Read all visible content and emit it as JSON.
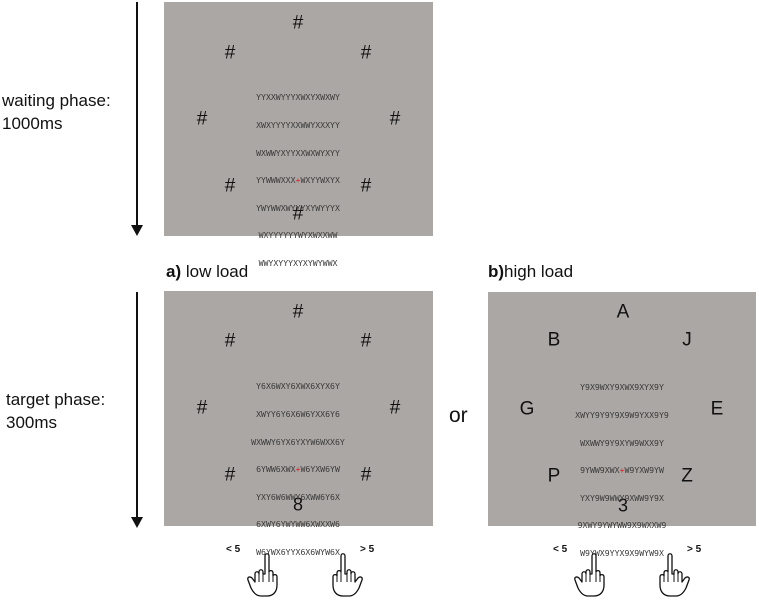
{
  "waiting": {
    "label_line1": "waiting phase:",
    "label_line2": "1000ms",
    "symbols": [
      "#",
      "#",
      "#",
      "#",
      "#",
      "#",
      "#",
      "#"
    ],
    "grid_rows": [
      {
        "a": "YYXXWYYYXWXYXWXWY",
        "f": "",
        "b": ""
      },
      {
        "a": "XWXYYYYXXWWYXXXYY",
        "f": "",
        "b": ""
      },
      {
        "a": "WXWWYXYYXXWXWYXYY",
        "f": "",
        "b": ""
      },
      {
        "a": "YYWWWXXX",
        "f": "+",
        "b": "WXYYWXYX"
      },
      {
        "a": "YWYWWXWYYYXYWYYYX",
        "f": "",
        "b": ""
      },
      {
        "a": "WXYYYYYYWYXWXXWW",
        "f": "",
        "b": ""
      },
      {
        "a": "WWYXYYYXYXYWYWWX",
        "f": "",
        "b": ""
      }
    ]
  },
  "target": {
    "label_line1": "target phase:",
    "label_line2": "300ms"
  },
  "low_load": {
    "prefix": "a)",
    "label": " low load",
    "symbols": [
      "#",
      "#",
      "#",
      "#",
      "#",
      "#",
      "#",
      "8"
    ],
    "grid_rows": [
      {
        "a": "Y6X6WXY6XWX6XYX6Y",
        "f": "",
        "b": ""
      },
      {
        "a": "XWYY6Y6X6W6YXX6Y6",
        "f": "",
        "b": ""
      },
      {
        "a": "WXWWY6YX6YXYW6WXX6Y",
        "f": "",
        "b": ""
      },
      {
        "a": "6YWW6XWX",
        "f": "+",
        "b": "W6YXW6YW"
      },
      {
        "a": "YXY6W6WWY6XWW6Y6X",
        "f": "",
        "b": ""
      },
      {
        "a": "6XWY6YWYWW6XWXXW6",
        "f": "",
        "b": ""
      },
      {
        "a": "W6YWX6YYX6X6WYW6X",
        "f": "",
        "b": ""
      }
    ],
    "response_left": "< 5",
    "response_right": "> 5"
  },
  "or_label": "or",
  "high_load": {
    "prefix": "b)",
    "label": "high load",
    "symbols": [
      "A",
      "J",
      "E",
      "Z",
      "3",
      "P",
      "G",
      "B"
    ],
    "grid_rows": [
      {
        "a": "Y9X9WXY9XWX9XYX9Y",
        "f": "",
        "b": ""
      },
      {
        "a": "XWYY9Y9Y9X9W9YXX9Y9",
        "f": "",
        "b": ""
      },
      {
        "a": "WXWWY9Y9XYW9WXX9Y",
        "f": "",
        "b": ""
      },
      {
        "a": "9YWW9XWX",
        "f": "+",
        "b": "W9YXW9YW"
      },
      {
        "a": "YXY9W9WWY9XWW9Y9X",
        "f": "",
        "b": ""
      },
      {
        "a": "9XWY9YWYWW9X9WXXW9",
        "f": "",
        "b": ""
      },
      {
        "a": "W9YWX9YYX9X9WYW9X",
        "f": "",
        "b": ""
      }
    ],
    "response_left": "< 5",
    "response_right": "> 5"
  },
  "icons": [
    "down-arrow-icon",
    "hand-pointing-icon"
  ],
  "colors": {
    "panel": "#aba7a4",
    "fixation": "#e01818",
    "text": "#111111"
  }
}
